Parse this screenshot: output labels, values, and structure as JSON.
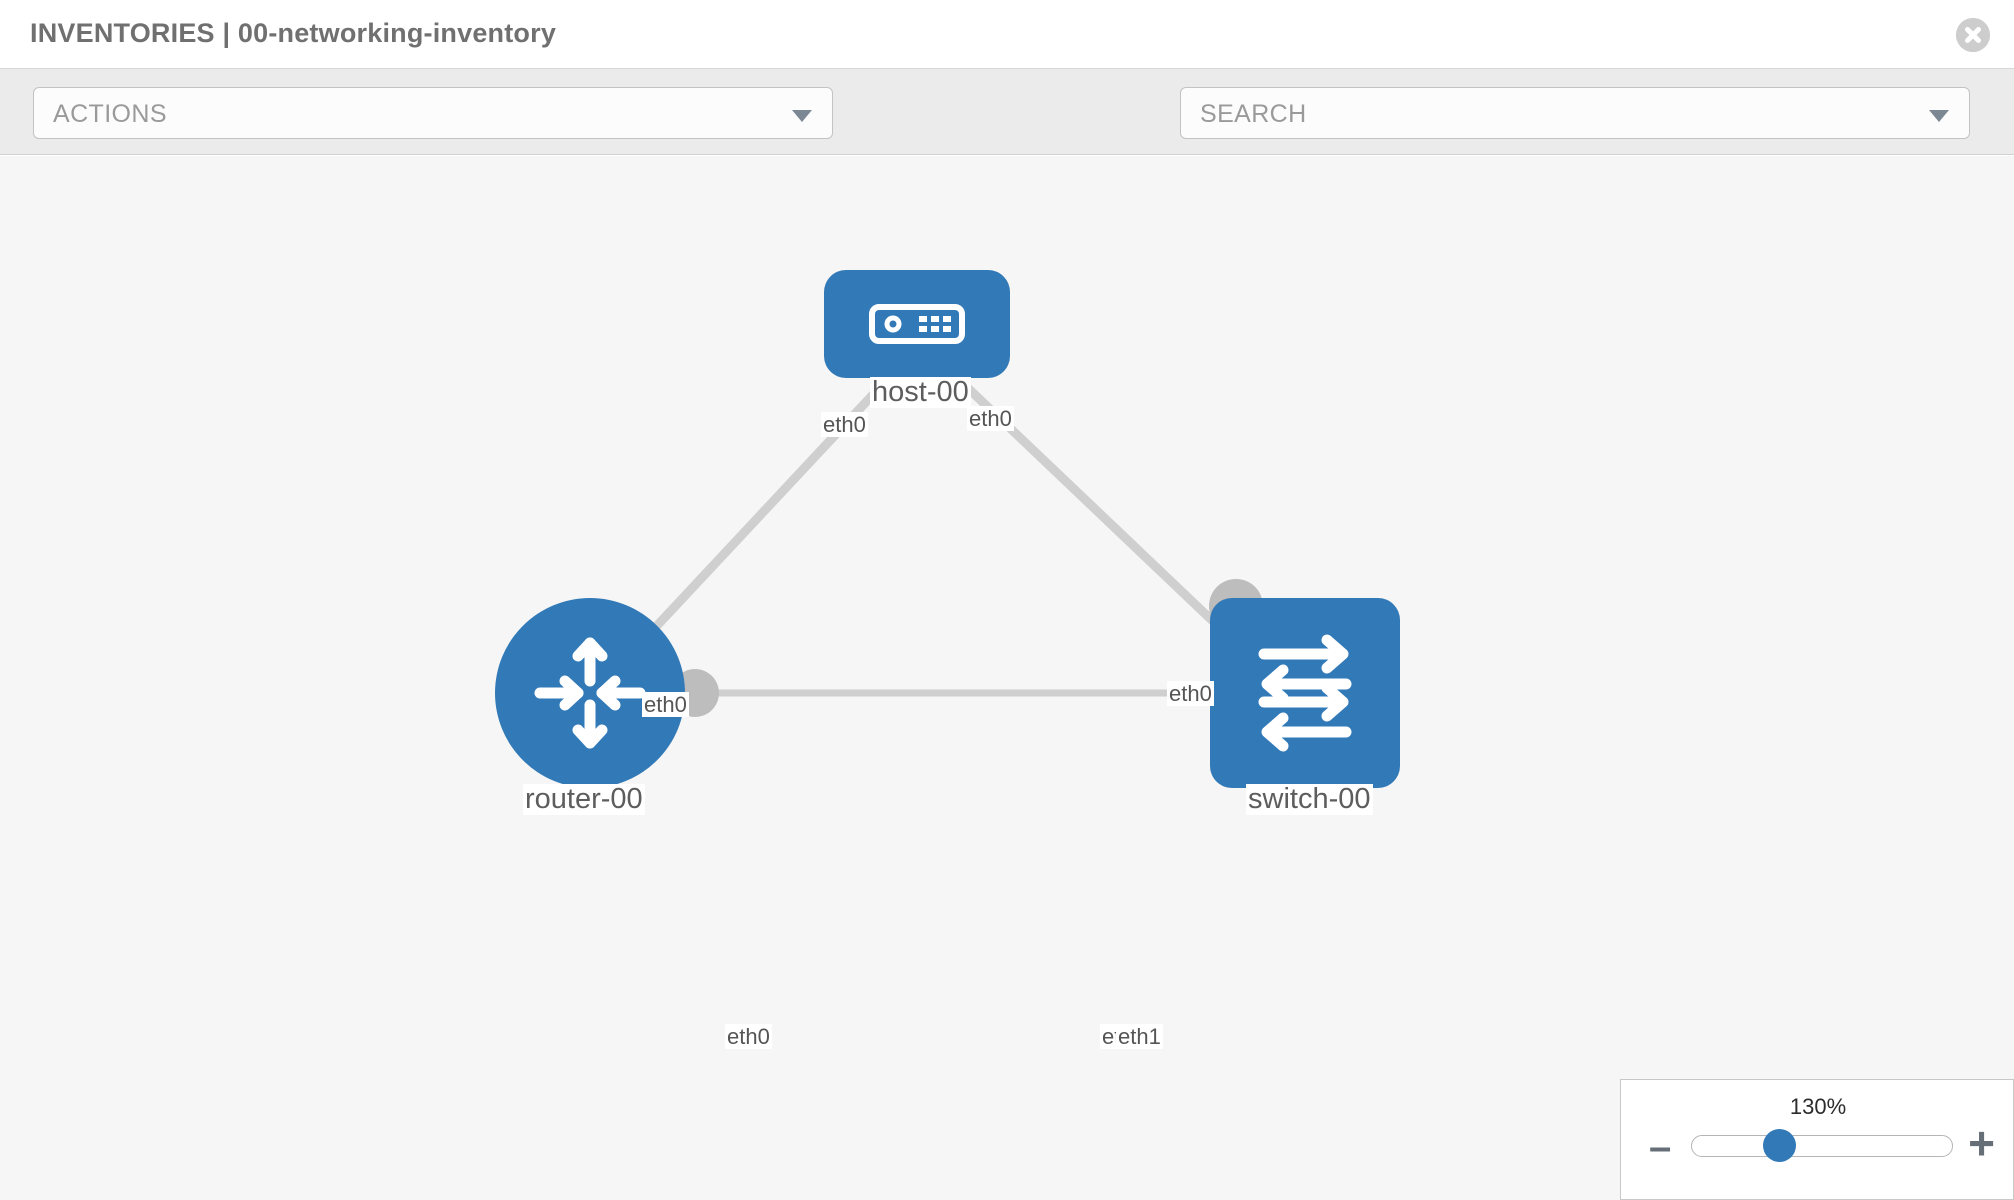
{
  "header": {
    "title": "INVENTORIES | 00-networking-inventory",
    "close_icon": "close-circle-icon"
  },
  "toolbar": {
    "actions_label": "ACTIONS",
    "actions_caret_icon": "chevron-down-icon",
    "wrench_icon": "wrench-icon",
    "key_icon": "key-icon",
    "search_placeholder": "SEARCH",
    "search_caret_icon": "chevron-down-icon"
  },
  "topology": {
    "nodes": [
      {
        "id": "host-00",
        "label": "host-00",
        "type": "host",
        "icon": "server-device-icon",
        "color": "#3279b7"
      },
      {
        "id": "router-00",
        "label": "router-00",
        "type": "router",
        "icon": "router-arrows-icon",
        "color": "#3279b7"
      },
      {
        "id": "switch-00",
        "label": "switch-00",
        "type": "switch",
        "icon": "switch-arrows-icon",
        "color": "#3279b7"
      }
    ],
    "links": [
      {
        "from": "host-00",
        "to": "router-00",
        "from_interface": "eth0",
        "to_interface": "eth0"
      },
      {
        "from": "host-00",
        "to": "switch-00",
        "from_interface": "eth0",
        "to_interface": "eth0"
      },
      {
        "from": "router-00",
        "to": "switch-00",
        "from_interface": "eth0",
        "to_interface": "eth1"
      }
    ],
    "interface_labels": {
      "host_left": "eth0",
      "host_right": "eth0",
      "router_up": "eth0",
      "switch_up": "eth0",
      "router_right": "eth0",
      "switch_left_hidden": "eth0",
      "switch_left": "eth1"
    }
  },
  "zoom_control": {
    "level": "130%",
    "minus_label": "–",
    "plus_label": "+",
    "minus_icon": "minus-icon",
    "plus_icon": "plus-icon"
  }
}
